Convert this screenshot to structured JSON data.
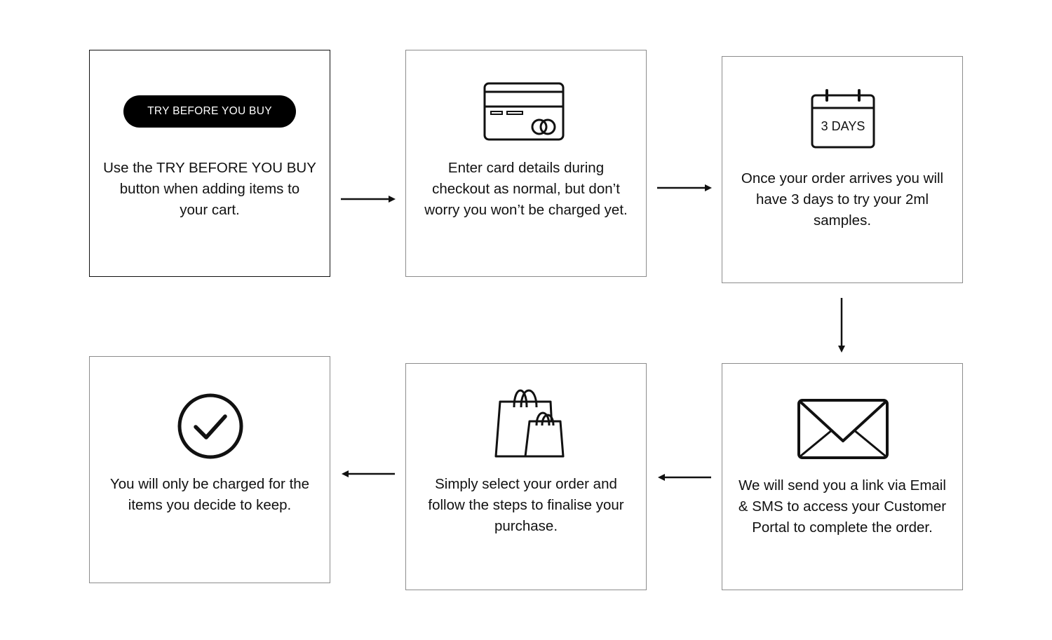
{
  "steps": [
    {
      "id": "try-before-you-buy",
      "button_label": "TRY BEFORE YOU BUY",
      "text": "Use the TRY BEFORE YOU BUY\nbutton when adding items to\nyour cart."
    },
    {
      "id": "card-details",
      "icon": "credit-card-icon",
      "text": "Enter card details during\ncheckout as normal, but don’t\nworry you won’t be charged yet."
    },
    {
      "id": "three-days",
      "icon": "calendar-icon",
      "icon_label": "3 DAYS",
      "text": "Once your order arrives you will\nhave 3 days to try your 2ml\nsamples."
    },
    {
      "id": "email-link",
      "icon": "envelope-icon",
      "text": "We will send you a link via Email\n& SMS to access your Customer\nPortal to complete the order."
    },
    {
      "id": "finalise-purchase",
      "icon": "shopping-bags-icon",
      "text": "Simply select your order and\nfollow the steps to finalise your\npurchase."
    },
    {
      "id": "charged-keep",
      "icon": "check-circle-icon",
      "text": "You will only be charged for the\nitems you decide to keep."
    }
  ],
  "flow": [
    "right",
    "right",
    "down",
    "left",
    "left"
  ],
  "colors": {
    "ink": "#111111",
    "border": "#8c8c8c",
    "button_bg": "#000000",
    "button_text": "#ffffff",
    "background": "#ffffff"
  }
}
